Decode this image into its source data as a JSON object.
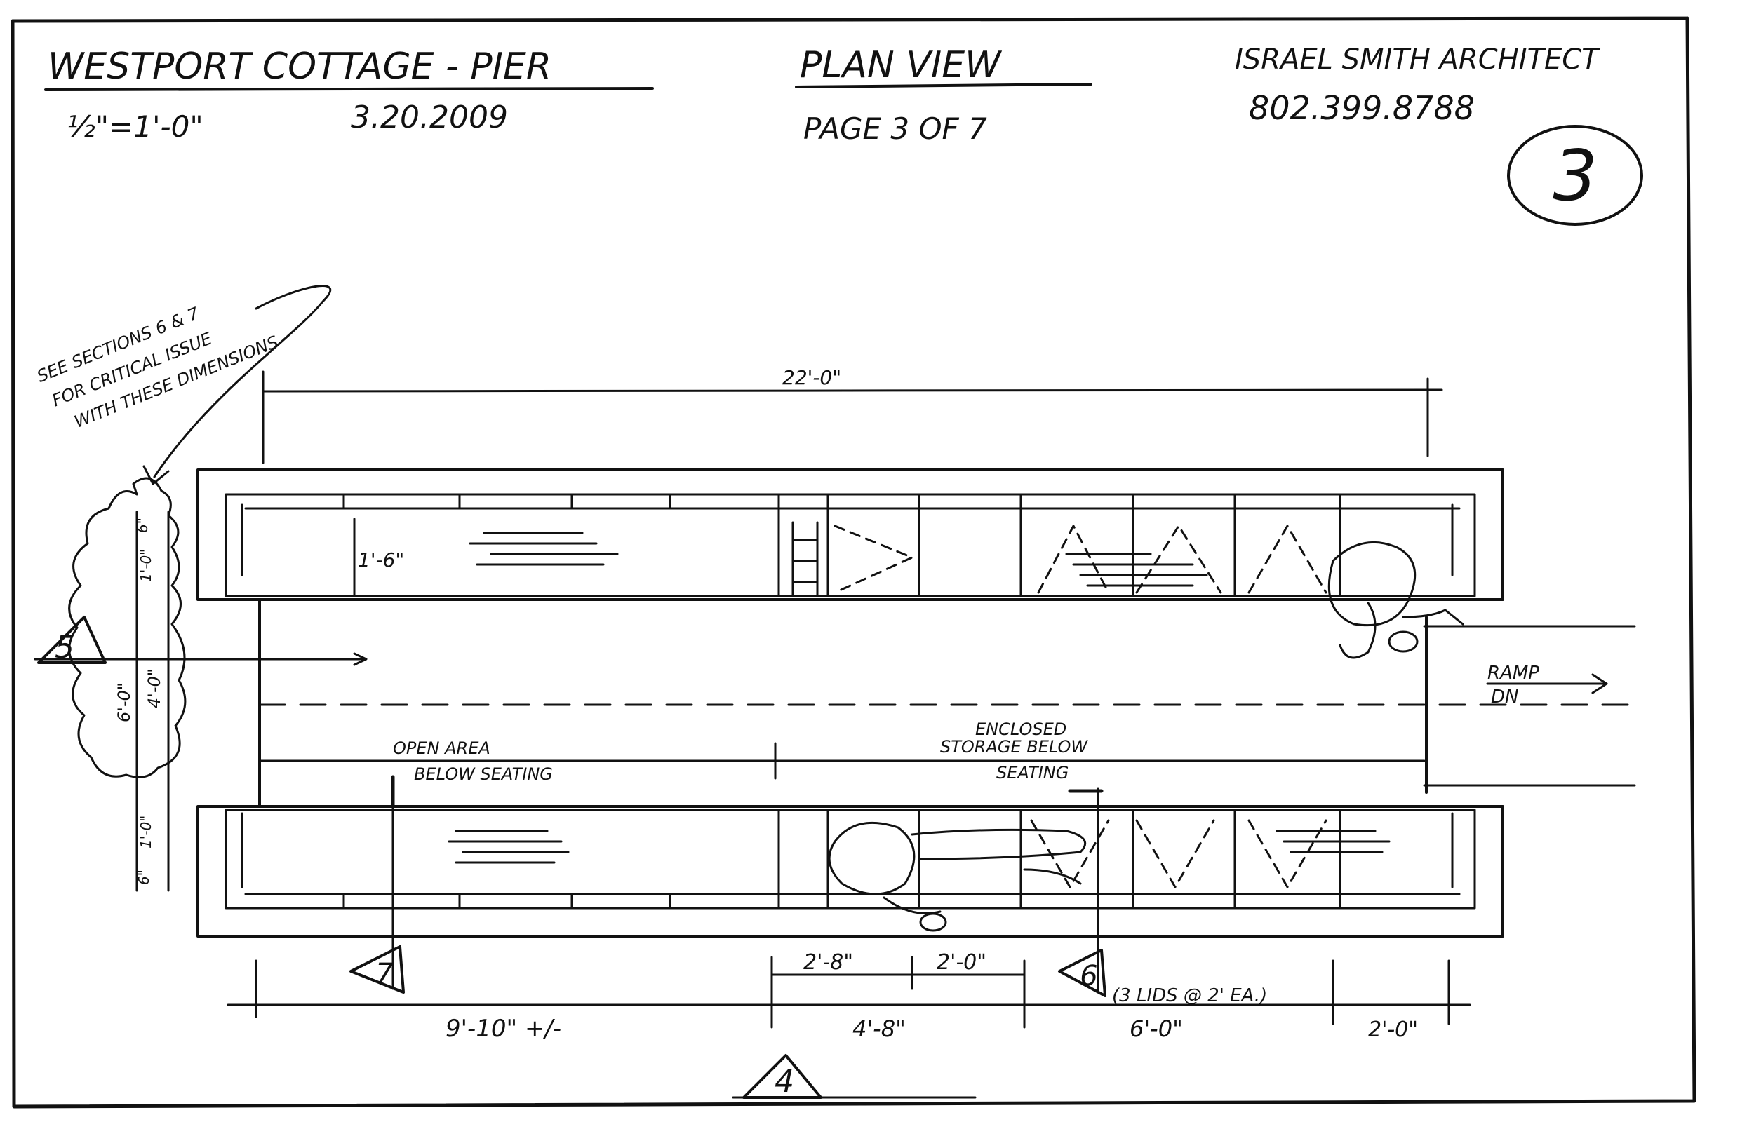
{
  "title_block": {
    "project": "WESTPORT COTTAGE - PIER",
    "scale": "½\"=1'-0\"",
    "date": "3.20.2009",
    "view": "PLAN VIEW",
    "page": "PAGE 3 OF 7",
    "architect": "ISRAEL SMITH ARCHITECT",
    "phone": "802.399.8788",
    "sheet_number": "3"
  },
  "note": {
    "line1": "SEE SECTIONS 6 & 7",
    "line2": "FOR CRITICAL ISSUE",
    "line3": "WITH THESE DIMENSIONS"
  },
  "dimensions": {
    "overall": "22'-0\"",
    "seat_depth": "1'-6\"",
    "left_6in_top": "6\"",
    "left_1ft_top": "1'-0\"",
    "left_6ft": "6'-0\"",
    "left_4ft": "4'-0\"",
    "left_1ft_bottom": "1'-0\"",
    "left_6in_bottom": "6\"",
    "bottom_left": "9'-10\" +/-",
    "bottom_2_8": "2'-8\"",
    "bottom_2_0a": "2'-0\"",
    "bottom_4_8": "4'-8\"",
    "bottom_6_0": "6'-0\"",
    "bottom_2_0b": "2'-0\""
  },
  "labels": {
    "open_area_1": "OPEN AREA",
    "open_area_2": "BELOW SEATING",
    "enclosed_1": "ENCLOSED",
    "enclosed_2": "STORAGE BELOW",
    "enclosed_3": "SEATING",
    "ramp_1": "RAMP",
    "ramp_2": "DN",
    "lids": "(3 LIDS @ 2' EA.)"
  },
  "section_marks": {
    "s5": "5",
    "s7": "7",
    "s6": "6",
    "s4": "4"
  }
}
